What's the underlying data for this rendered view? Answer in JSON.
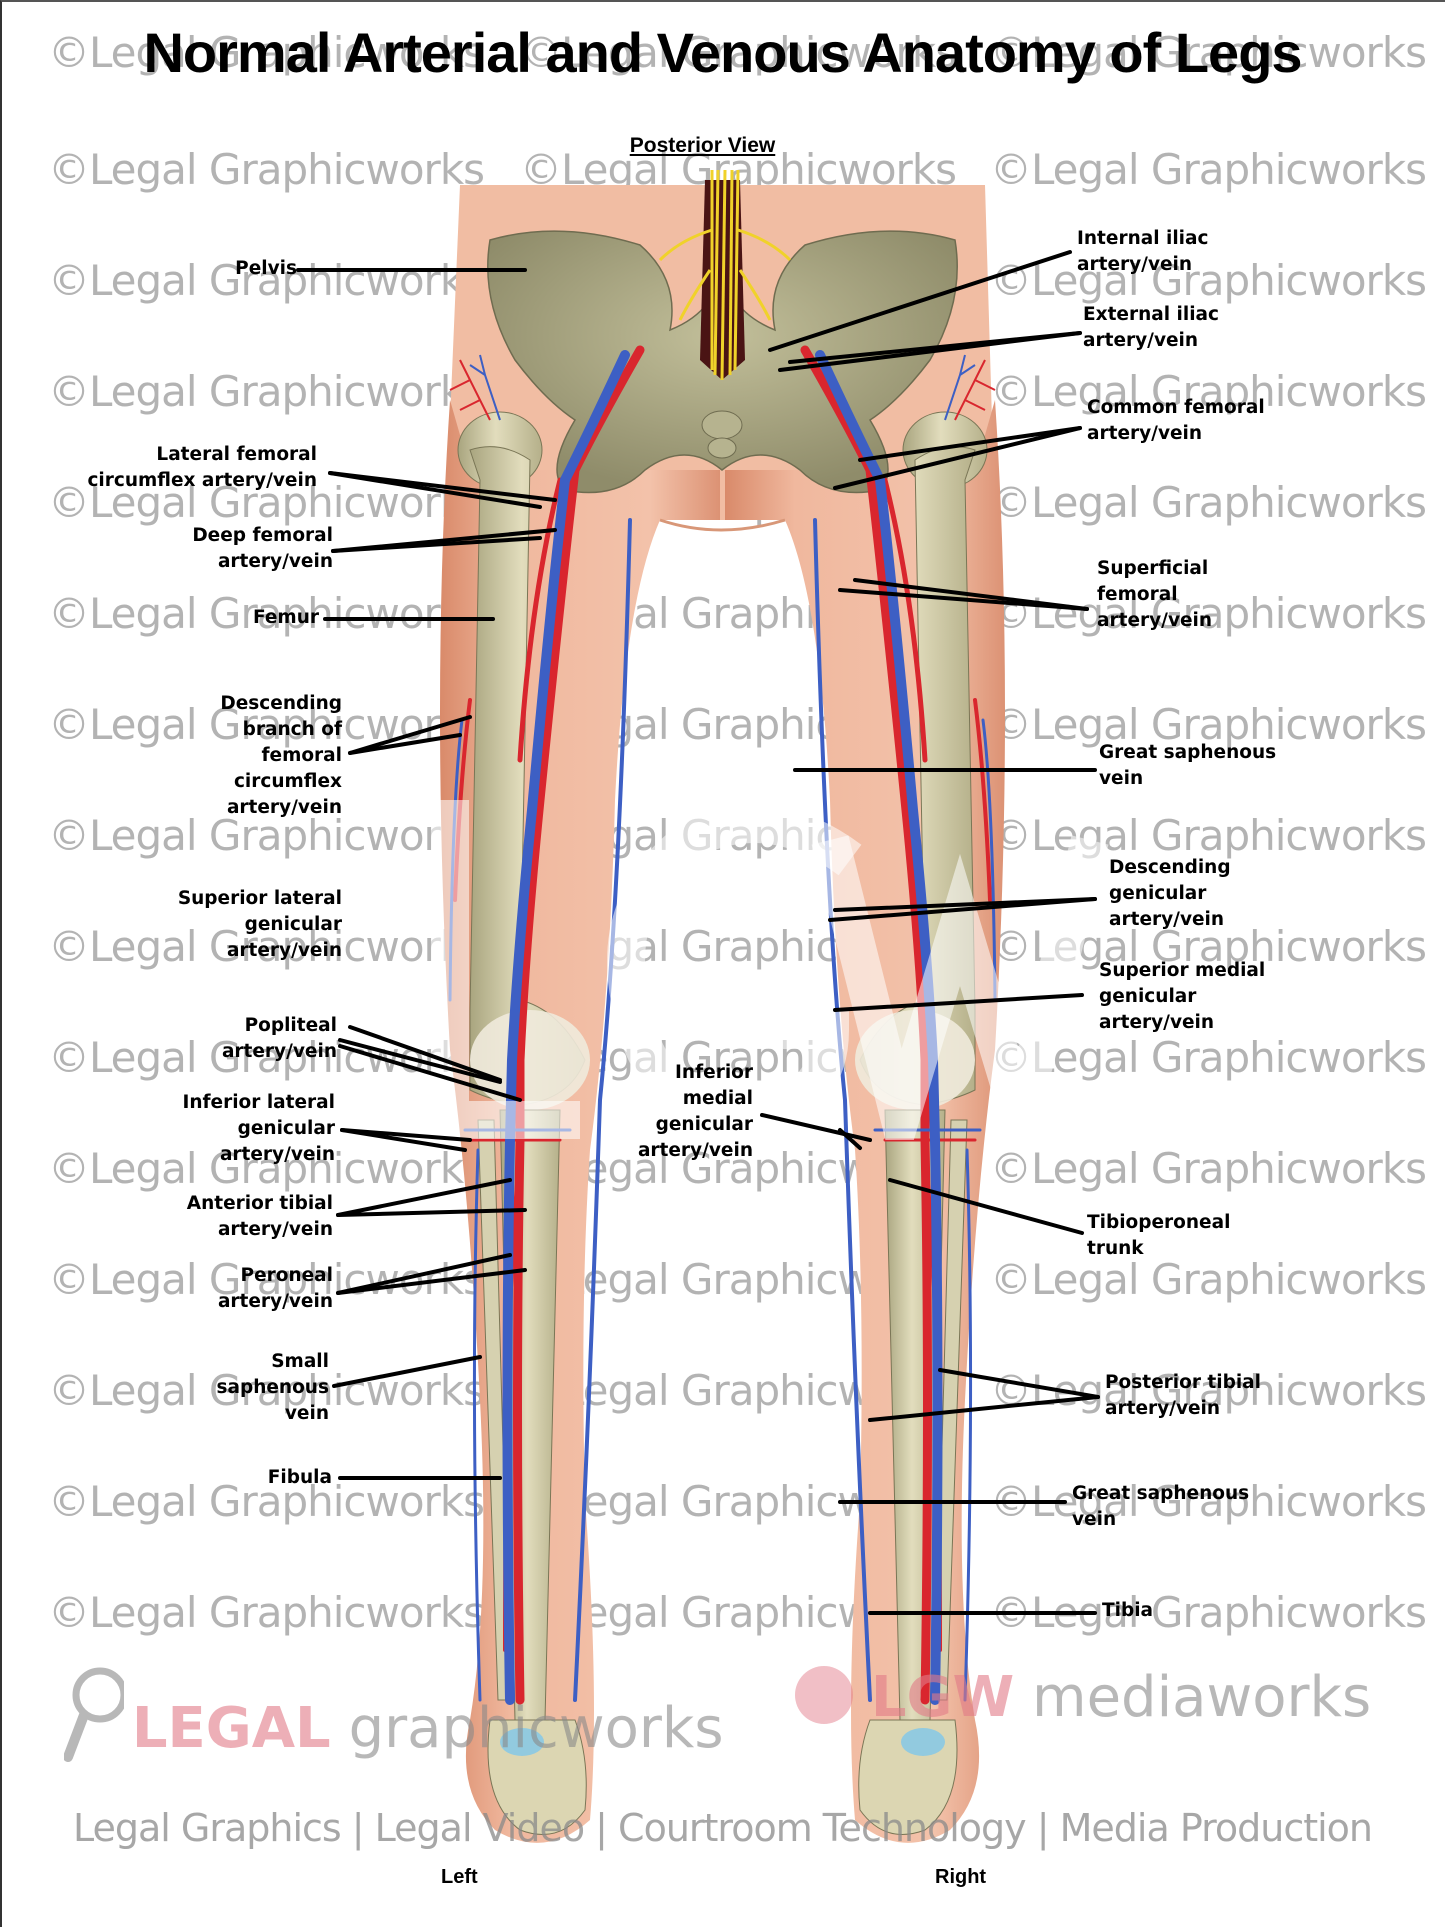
{
  "header": {
    "title": "Normal Arterial and Venous Anatomy of Legs",
    "subtitle": "Posterior View"
  },
  "watermark": {
    "text": "©Legal Graphicworks",
    "color": "#b3b3b3"
  },
  "labels_left": [
    {
      "id": "pelvis",
      "text": "Pelvis"
    },
    {
      "id": "lateral-femoral-circumflex",
      "text": "Lateral femoral\ncircumflex artery/vein"
    },
    {
      "id": "deep-femoral",
      "text": "Deep femoral\nartery/vein"
    },
    {
      "id": "femur",
      "text": "Femur"
    },
    {
      "id": "descending-branch-femoral-circumflex",
      "text": "Descending\nbranch of\nfemoral\ncircumflex\nartery/vein"
    },
    {
      "id": "superior-lateral-genicular",
      "text": "Superior lateral\ngenicular\nartery/vein"
    },
    {
      "id": "popliteal",
      "text": "Popliteal\nartery/vein"
    },
    {
      "id": "inferior-lateral-genicular",
      "text": "Inferior lateral\ngenicular\nartery/vein"
    },
    {
      "id": "anterior-tibial",
      "text": "Anterior tibial\nartery/vein"
    },
    {
      "id": "peroneal",
      "text": "Peroneal\nartery/vein"
    },
    {
      "id": "small-saphenous",
      "text": "Small\nsaphenous\nvein"
    },
    {
      "id": "fibula",
      "text": "Fibula"
    }
  ],
  "labels_center": [
    {
      "id": "inferior-medial-genicular",
      "text": "Inferior\nmedial\ngenicular\nartery/vein"
    }
  ],
  "labels_right": [
    {
      "id": "internal-iliac",
      "text": "Internal iliac\nartery/vein"
    },
    {
      "id": "external-iliac",
      "text": "External iliac\nartery/vein"
    },
    {
      "id": "common-femoral",
      "text": "Common femoral\nartery/vein"
    },
    {
      "id": "superficial-femoral",
      "text": "Superficial\nfemoral\nartery/vein"
    },
    {
      "id": "great-saphenous-upper",
      "text": "Great saphenous\nvein"
    },
    {
      "id": "descending-genicular",
      "text": "Descending\ngenicular\nartery/vein"
    },
    {
      "id": "superior-medial-genicular",
      "text": "Superior medial\ngenicular\nartery/vein"
    },
    {
      "id": "tibioperoneal-trunk",
      "text": "Tibioperoneal\ntrunk"
    },
    {
      "id": "posterior-tibial",
      "text": "Posterior tibial\nartery/vein"
    },
    {
      "id": "great-saphenous-lower",
      "text": "Great saphenous\nvein"
    },
    {
      "id": "tibia",
      "text": "Tibia"
    }
  ],
  "sides": {
    "left": "Left",
    "right": "Right"
  },
  "branding": {
    "legal": "LEGAL",
    "graphicworks": "graphicworks",
    "lgw": "LGW",
    "mediaworks": "mediaworks",
    "tagline": "Legal Graphics | Legal Video | Courtroom Technology | Media Production",
    "overlay_mark": "LGW"
  },
  "colors": {
    "artery": "#d9262e",
    "vein": "#3d5fc4",
    "skin": "#efb59c",
    "bone": "#cfcaa6",
    "nerve": "#f0d22a",
    "brand_red": "#e27b88"
  }
}
